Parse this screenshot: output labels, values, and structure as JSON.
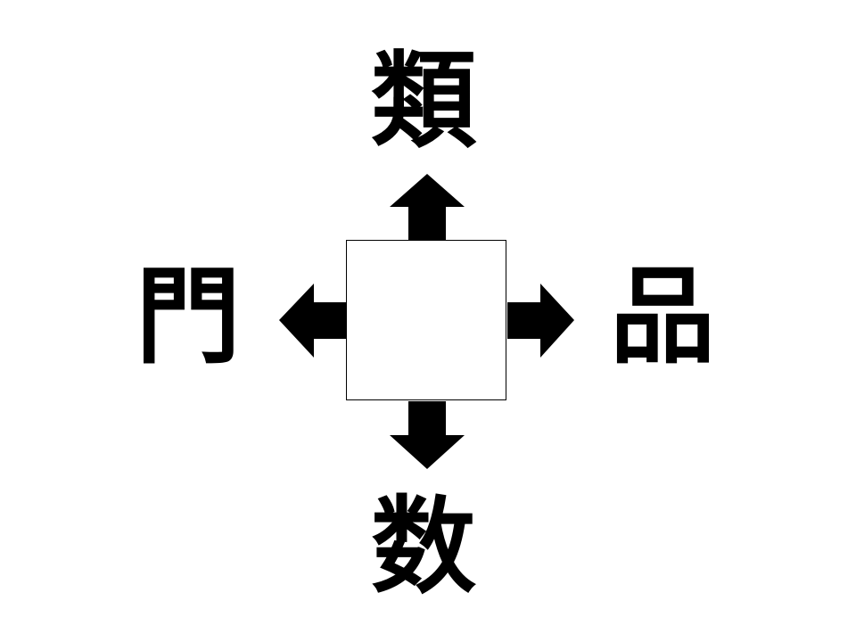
{
  "puzzle": {
    "top_char": "類",
    "bottom_char": "数",
    "left_char": "門",
    "right_char": "品",
    "answer": ""
  },
  "colors": {
    "arrow": "#000000",
    "background": "#ffffff",
    "box_border": "#000000"
  }
}
